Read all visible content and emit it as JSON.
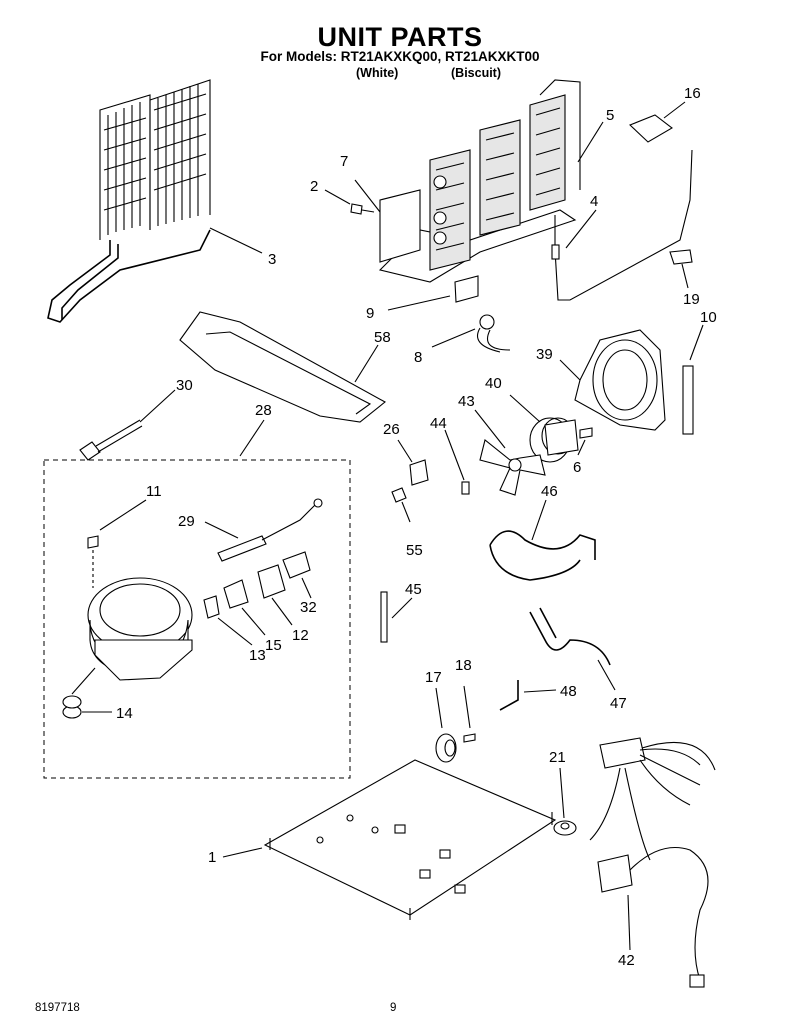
{
  "header": {
    "title": "UNIT PARTS",
    "subtitle": "For Models: RT21AKXKQ00, RT21AKXKT00",
    "variant_white": "(White)",
    "variant_biscuit": "(Biscuit)"
  },
  "footer": {
    "doc_number": "8197718",
    "page_number": "9"
  },
  "callouts": [
    "1",
    "2",
    "3",
    "4",
    "5",
    "6",
    "7",
    "8",
    "9",
    "10",
    "11",
    "12",
    "13",
    "14",
    "15",
    "16",
    "17",
    "18",
    "19",
    "21",
    "26",
    "28",
    "29",
    "30",
    "32",
    "39",
    "40",
    "42",
    "43",
    "44",
    "45",
    "46",
    "47",
    "48",
    "55",
    "58"
  ]
}
